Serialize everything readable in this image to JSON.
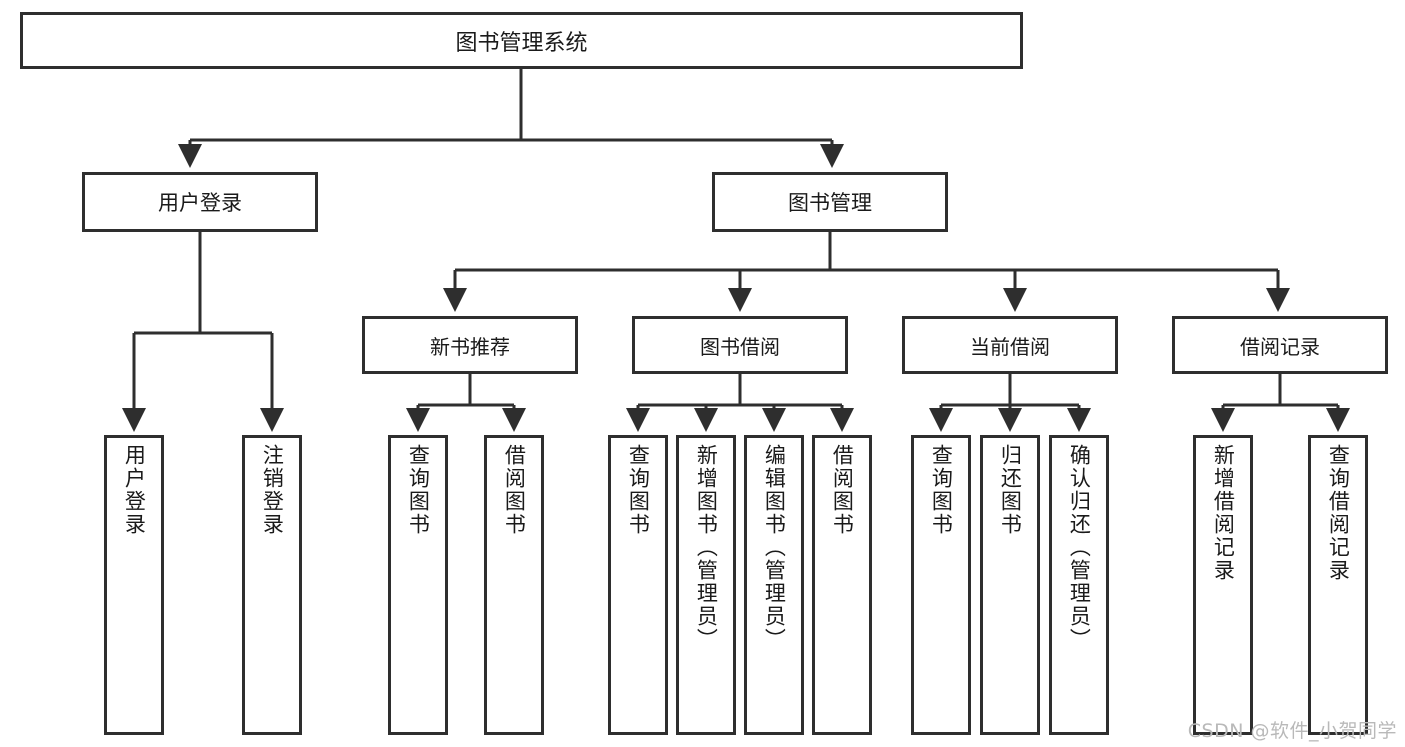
{
  "diagram": {
    "type": "tree-hierarchy",
    "title": "图书管理系统",
    "root": {
      "id": "root",
      "label": "图书管理系统"
    },
    "level2": [
      {
        "id": "user-login",
        "label": "用户登录"
      },
      {
        "id": "book-management",
        "label": "图书管理"
      }
    ],
    "level3": [
      {
        "id": "new-book-recommend",
        "label": "新书推荐",
        "parent": "book-management"
      },
      {
        "id": "book-borrow",
        "label": "图书借阅",
        "parent": "book-management"
      },
      {
        "id": "current-borrow",
        "label": "当前借阅",
        "parent": "book-management"
      },
      {
        "id": "borrow-record",
        "label": "借阅记录",
        "parent": "book-management"
      }
    ],
    "leaves": {
      "user_login": [
        {
          "id": "leaf-user-login",
          "label": "用户登录"
        },
        {
          "id": "leaf-logout",
          "label": "注销登录"
        }
      ],
      "new_book_recommend": [
        {
          "id": "leaf-query-book-1",
          "label": "查询图书"
        },
        {
          "id": "leaf-borrow-book-1",
          "label": "借阅图书"
        }
      ],
      "book_borrow": [
        {
          "id": "leaf-query-book-2",
          "label": "查询图书"
        },
        {
          "id": "leaf-add-book",
          "label": "新增图书（管理员）"
        },
        {
          "id": "leaf-edit-book",
          "label": "编辑图书（管理员）"
        },
        {
          "id": "leaf-borrow-book-2",
          "label": "借阅图书"
        }
      ],
      "current_borrow": [
        {
          "id": "leaf-query-book-3",
          "label": "查询图书"
        },
        {
          "id": "leaf-return-book",
          "label": "归还图书"
        },
        {
          "id": "leaf-confirm-return",
          "label": "确认归还（管理员）"
        }
      ],
      "borrow_record": [
        {
          "id": "leaf-add-record",
          "label": "新增借阅记录"
        },
        {
          "id": "leaf-query-record",
          "label": "查询借阅记录"
        }
      ]
    }
  },
  "colors": {
    "stroke": "#2e2e2e",
    "background": "#ffffff",
    "text": "#1a1a1a",
    "watermark": "#b9b9b9"
  },
  "watermark": {
    "text": "CSDN @软件_小贺同学"
  }
}
